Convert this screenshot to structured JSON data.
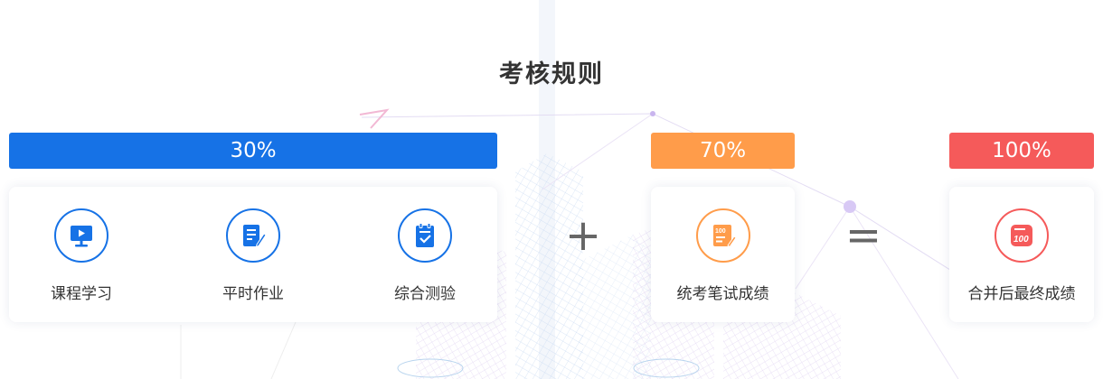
{
  "title": "考核规则",
  "groups": {
    "coursework": {
      "percent": "30%",
      "color": "#1672e6",
      "items": [
        {
          "label": "课程学习",
          "icon": "monitor-play-icon"
        },
        {
          "label": "平时作业",
          "icon": "document-edit-icon"
        },
        {
          "label": "综合测验",
          "icon": "clipboard-check-icon"
        }
      ]
    },
    "exam": {
      "percent": "70%",
      "color": "#ff9c4a",
      "items": [
        {
          "label": "统考笔试成绩",
          "icon": "score-sheet-icon"
        }
      ]
    },
    "total": {
      "percent": "100%",
      "color": "#f55a5a",
      "items": [
        {
          "label": "合并后最终成绩",
          "icon": "score-100-icon"
        }
      ]
    }
  },
  "operators": {
    "plus": "+",
    "equals": "="
  }
}
